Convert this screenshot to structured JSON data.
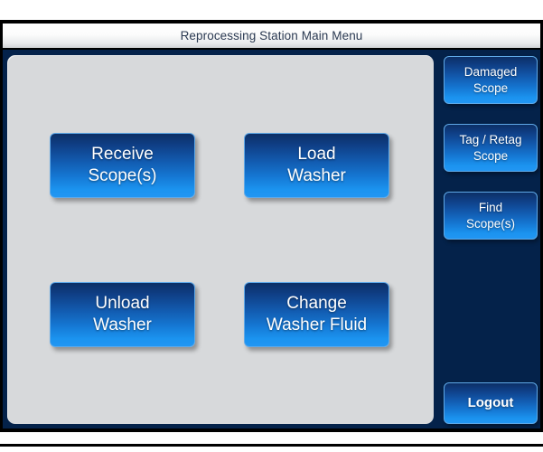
{
  "window": {
    "title": "Reprocessing Station Main Menu"
  },
  "colors": {
    "frame_border": "#000000",
    "app_background": "#04224a",
    "panel_background": "#d7d9db",
    "button_gradient_top": "#0c2f66",
    "button_gradient_bottom": "#2196f3",
    "button_text": "#ffffff",
    "title_text": "#2b3a52"
  },
  "main_panel": {
    "buttons": [
      {
        "id": "receive-scopes",
        "line1": "Receive",
        "line2": "Scope(s)"
      },
      {
        "id": "load-washer",
        "line1": "Load",
        "line2": "Washer"
      },
      {
        "id": "unload-washer",
        "line1": "Unload",
        "line2": "Washer"
      },
      {
        "id": "change-washer-fluid",
        "line1": "Change",
        "line2": "Washer Fluid"
      }
    ]
  },
  "sidebar": {
    "buttons": [
      {
        "id": "damaged-scope",
        "line1": "Damaged",
        "line2": "Scope"
      },
      {
        "id": "tag-retag-scope",
        "line1": "Tag / Retag",
        "line2": "Scope"
      },
      {
        "id": "find-scopes",
        "line1": "Find",
        "line2": "Scope(s)"
      }
    ],
    "logout_label": "Logout"
  }
}
